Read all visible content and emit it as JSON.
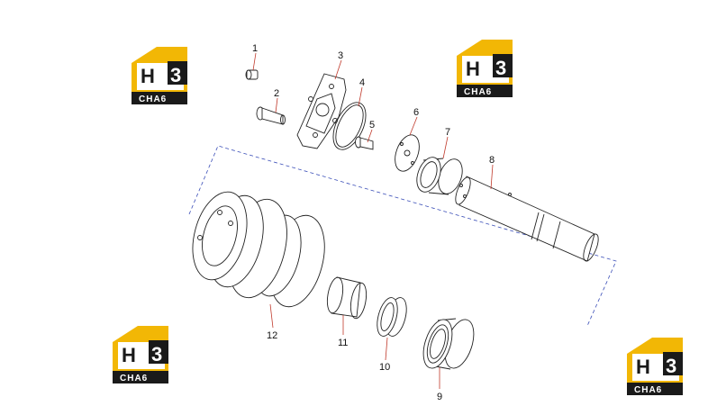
{
  "brand": {
    "logo_letter": "H",
    "logo_digit": "3",
    "logo_word": "CHA6",
    "colors": {
      "yellow": "#f2b705",
      "dark": "#1a1a1a"
    }
  },
  "callouts": [
    "1",
    "2",
    "3",
    "4",
    "5",
    "6",
    "7",
    "8",
    "9",
    "10",
    "11",
    "12"
  ]
}
